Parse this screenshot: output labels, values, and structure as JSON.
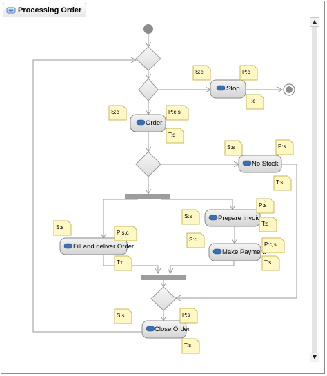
{
  "window": {
    "tab_title": "Processing Order",
    "tab_icon": "activity-diagram-icon"
  },
  "nodes": {
    "stop": "Stop",
    "order": "Order",
    "no_stock": "No Stock",
    "prepare_invoice": "Prepare Invoice",
    "fill_deliver": "Fill and deliver Order",
    "make_payment": "Make Payment",
    "close_order": "Close Order"
  },
  "notes": {
    "stop_s": "S:c",
    "stop_p": "P:c",
    "stop_t": "T:c",
    "order_s": "S:c",
    "order_p": "P:c,s",
    "order_t": "T:s",
    "nostock_s": "S:s",
    "nostock_p": "P:s",
    "nostock_t": "T:s",
    "invoice_s": "S:s",
    "invoice_p": "P:s",
    "invoice_t": "T:s",
    "fill_s": "S:s",
    "fill_p": "P:s,c",
    "fill_t": "T:c",
    "payment_s": "S:c",
    "payment_p": "P:c,s",
    "payment_t": "T:s",
    "close_s": "S:s",
    "close_p": "P:s",
    "close_t": "T:s"
  },
  "colors": {
    "action_fill_top": "#f2f2f2",
    "action_fill_bottom": "#d2d2d2",
    "action_stroke": "#8a8a8a",
    "note_fill": "#fff8c4",
    "note_stroke": "#c9b85a",
    "edge": "#9a9a9a",
    "fork_bar": "#9d9d9d",
    "initial_node": "#8d8d8d",
    "action_icon": "#3a6fb0"
  },
  "scrollbar": {
    "up_icon": "scroll-up-arrow-icon",
    "down_icon": "scroll-down-arrow-icon"
  }
}
